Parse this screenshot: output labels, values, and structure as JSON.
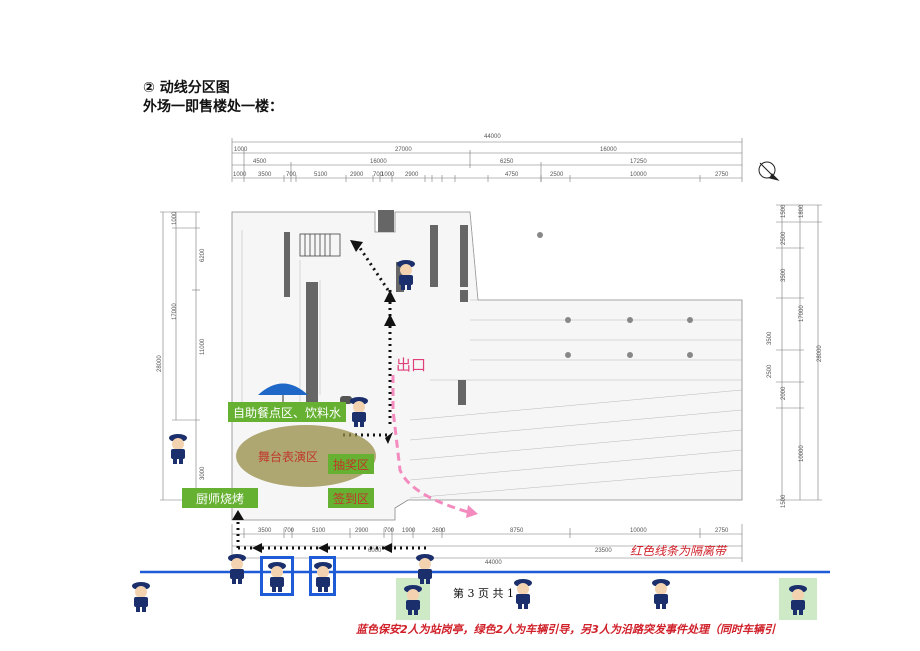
{
  "header": {
    "section_title": "② 动线分区图",
    "subtitle": "外场一即售楼处一楼："
  },
  "dimensions": {
    "top_total": "44000",
    "top_row2": [
      "1000",
      "27000",
      "16000"
    ],
    "top_row3": [
      "4500",
      "16000",
      "6250",
      "17250"
    ],
    "top_row4": [
      "1000",
      "3500",
      "700",
      "5100",
      "2900",
      "700",
      "1000",
      "2900",
      "4750",
      "2500",
      "10000",
      "2750"
    ],
    "bottom_row1": [
      "3500",
      "700",
      "5100",
      "2900",
      "700",
      "1900",
      "2600",
      "8750",
      "10000",
      "2750"
    ],
    "bottom_row2": [
      "6000",
      "23500"
    ],
    "bottom_total": "44000",
    "left": [
      "1000",
      "6200",
      "17000",
      "11000",
      "28000",
      "3000"
    ],
    "right": [
      "1500",
      "1800",
      "2500",
      "3500",
      "17000",
      "3500",
      "28000",
      "2500",
      "2000",
      "10000",
      "1500"
    ]
  },
  "zones": {
    "buffet": "自助餐点区、饮料水",
    "stage": "舞台表演区",
    "lottery": "抽奖区",
    "bbq": "厨师烧烤",
    "signin": "签到区",
    "exit": "出口"
  },
  "legend": {
    "red_line": "红色线条为隔离带"
  },
  "footer": {
    "page": "第 3 页 共 1",
    "note": "蓝色保安2人为站岗亭，绿色2人为车辆引导，另3人为沿路突发事件处理（同时车辆引"
  },
  "colors": {
    "zone_green": "#66b032",
    "stage_olive": "#968c46",
    "exit_pink": "#e0407a",
    "road_blue": "#1e5bd6",
    "guard_box_blue": "#1e5bd6",
    "guard_box_green": "#cde9c6",
    "legend_red": "#d0202a",
    "note_red": "#d0202a"
  }
}
